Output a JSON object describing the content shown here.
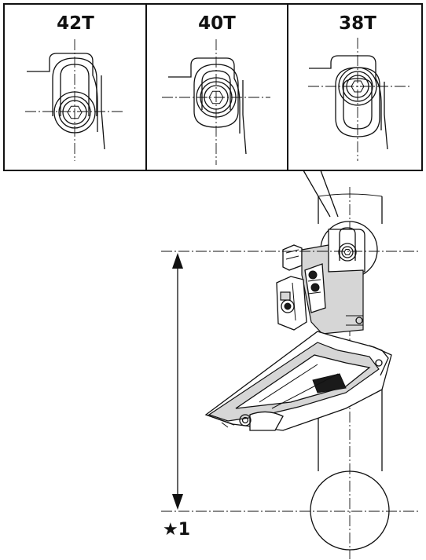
{
  "panels": [
    {
      "label": "42T",
      "icon": "bolt-position-low-icon"
    },
    {
      "label": "40T",
      "icon": "bolt-position-mid-icon"
    },
    {
      "label": "38T",
      "icon": "bolt-position-high-icon"
    }
  ],
  "dimension_marker": {
    "label": "★1"
  },
  "colors": {
    "line": "#111111",
    "fill_gray": "#d6d6d6",
    "background": "#ffffff"
  }
}
